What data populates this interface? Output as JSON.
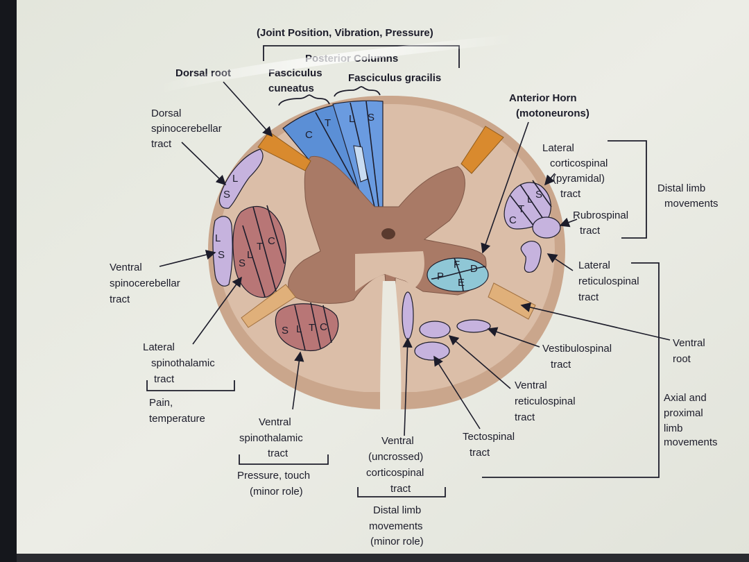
{
  "header": {
    "modalities": "(Joint Position, Vibration, Pressure)",
    "posterior_columns": "Posterior Columns",
    "fasciculus_cuneatus": [
      "Fasciculus",
      "cuneatus"
    ],
    "fasciculus_gracilis": "Fasciculus gracilis",
    "dorsal_root": "Dorsal root"
  },
  "left_labels": {
    "dorsal_spinocerebellar": [
      "Dorsal",
      "spinocerebellar",
      "tract"
    ],
    "ventral_spinocerebellar": [
      "Ventral",
      "spinocerebellar",
      "tract"
    ],
    "lateral_spinothalamic": [
      "Lateral",
      "spinothalamic",
      "tract"
    ],
    "lateral_spinothalamic_function": [
      "Pain,",
      "temperature"
    ]
  },
  "bottom_labels": {
    "ventral_spinothalamic": [
      "Ventral",
      "spinothalamic",
      "tract"
    ],
    "ventral_spinothalamic_function": [
      "Pressure, touch",
      "(minor role)"
    ],
    "ventral_corticospinal": [
      "Ventral",
      "(uncrossed)",
      "corticospinal",
      "tract"
    ],
    "ventral_corticospinal_function": [
      "Distal limb",
      "movements",
      "(minor role)"
    ],
    "tectospinal": [
      "Tectospinal",
      "tract"
    ]
  },
  "right_labels": {
    "anterior_horn": [
      "Anterior Horn",
      "(motoneurons)"
    ],
    "lateral_corticospinal": [
      "Lateral",
      "corticospinal",
      "(pyramidal)",
      "tract"
    ],
    "rubrospinal": [
      "Rubrospinal",
      "tract"
    ],
    "distal_limb": [
      "Distal limb",
      "movements"
    ],
    "lateral_reticulospinal": [
      "Lateral",
      "reticulospinal",
      "tract"
    ],
    "ventral_root": [
      "Ventral",
      "root"
    ],
    "vestibulospinal": [
      "Vestibulospinal",
      "tract"
    ],
    "ventral_reticulospinal": [
      "Ventral",
      "reticulospinal",
      "tract"
    ],
    "axial_proximal": [
      "Axial and",
      "proximal",
      "limb",
      "movements"
    ]
  },
  "segment_letters": {
    "cuneatus": [
      "C",
      "T"
    ],
    "gracilis": [
      "L",
      "S"
    ],
    "dorsal_spinocerebellar": [
      "L",
      "S"
    ],
    "ventral_spinocerebellar": [
      "L",
      "S"
    ],
    "lateral_spinothalamic": [
      "S",
      "L",
      "T",
      "C"
    ],
    "ventral_spinothalamic": [
      "S",
      "L",
      "T",
      "C"
    ],
    "lateral_corticospinal": [
      "C",
      "T",
      "L",
      "S"
    ],
    "anterior_horn": [
      "P",
      "F",
      "D",
      "E"
    ]
  },
  "colors": {
    "white_matter": "#d8b9a3",
    "gray_matter": "#a97a66",
    "posterior_columns": "#5b8fd6",
    "roots": "#d98a2e",
    "lateral_tracts": "#b87676",
    "descending_tracts": "#c6b3de",
    "anterior_horn_nucleus": "#8fc7d6",
    "page": "#e7e9e1"
  }
}
